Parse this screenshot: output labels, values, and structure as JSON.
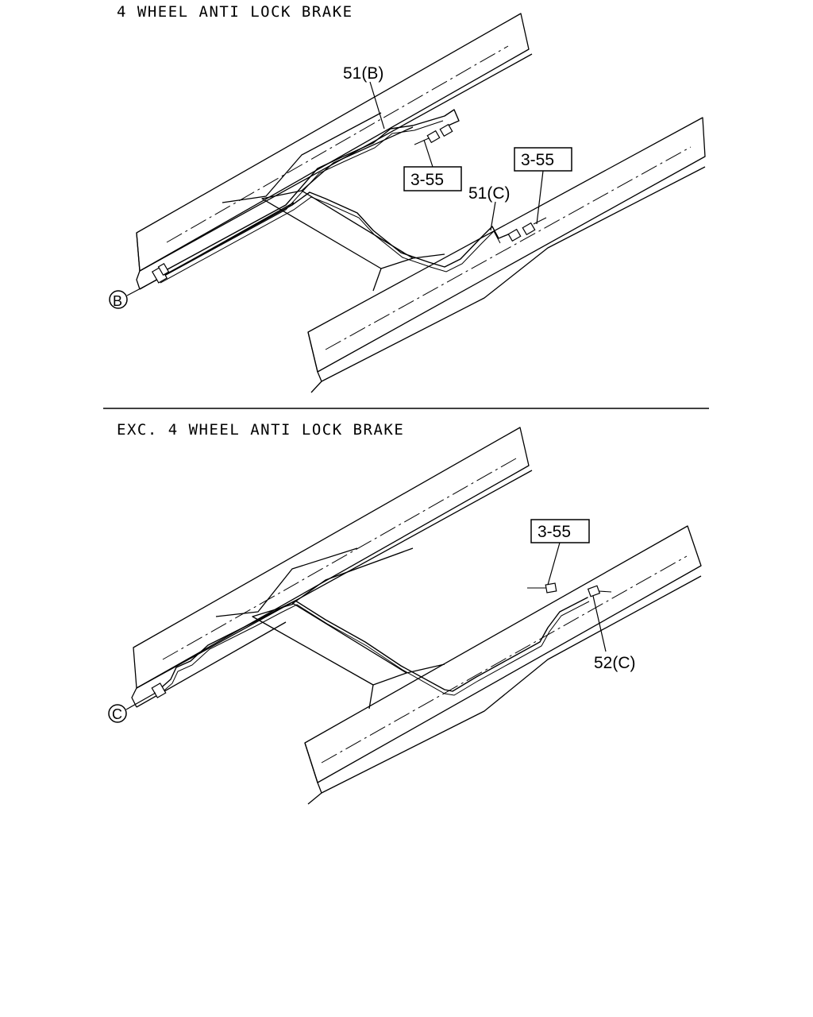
{
  "sections": [
    {
      "title": "4 WHEEL ANTI LOCK BRAKE",
      "callouts": [
        "51(B)",
        "51(C)"
      ],
      "ref_boxes": [
        "3-55",
        "3-55"
      ],
      "marker": "B"
    },
    {
      "title": "EXC. 4 WHEEL ANTI LOCK BRAKE",
      "callouts": [
        "52(C)"
      ],
      "ref_boxes": [
        "3-55"
      ],
      "marker": "C"
    }
  ]
}
